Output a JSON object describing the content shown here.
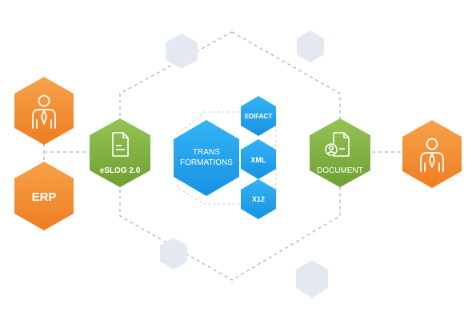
{
  "colors": {
    "orange": "#f28a2e",
    "orange_light": "#f6a14a",
    "green": "#7aab3c",
    "green_light": "#94c352",
    "blue": "#1a9be6",
    "blue_light": "#35b2f5",
    "gray_hex": "#e4e9f1",
    "dash": "#b9bfc8",
    "white": "#ffffff"
  },
  "nodes": {
    "user_left": {
      "icon": "person-icon"
    },
    "erp": {
      "label": "ERP"
    },
    "eslog": {
      "label": "eSLOG 2.0",
      "icon": "document-icon"
    },
    "transformations": {
      "label_line1": "TRANS",
      "label_line2": "FORMATIONS"
    },
    "formats": {
      "edifact": "EDIFACT",
      "xml": "XML",
      "x12": "X12"
    },
    "document": {
      "label": "DOCUMENT",
      "icon": "document-user-icon"
    },
    "user_right": {
      "icon": "person-icon"
    }
  }
}
